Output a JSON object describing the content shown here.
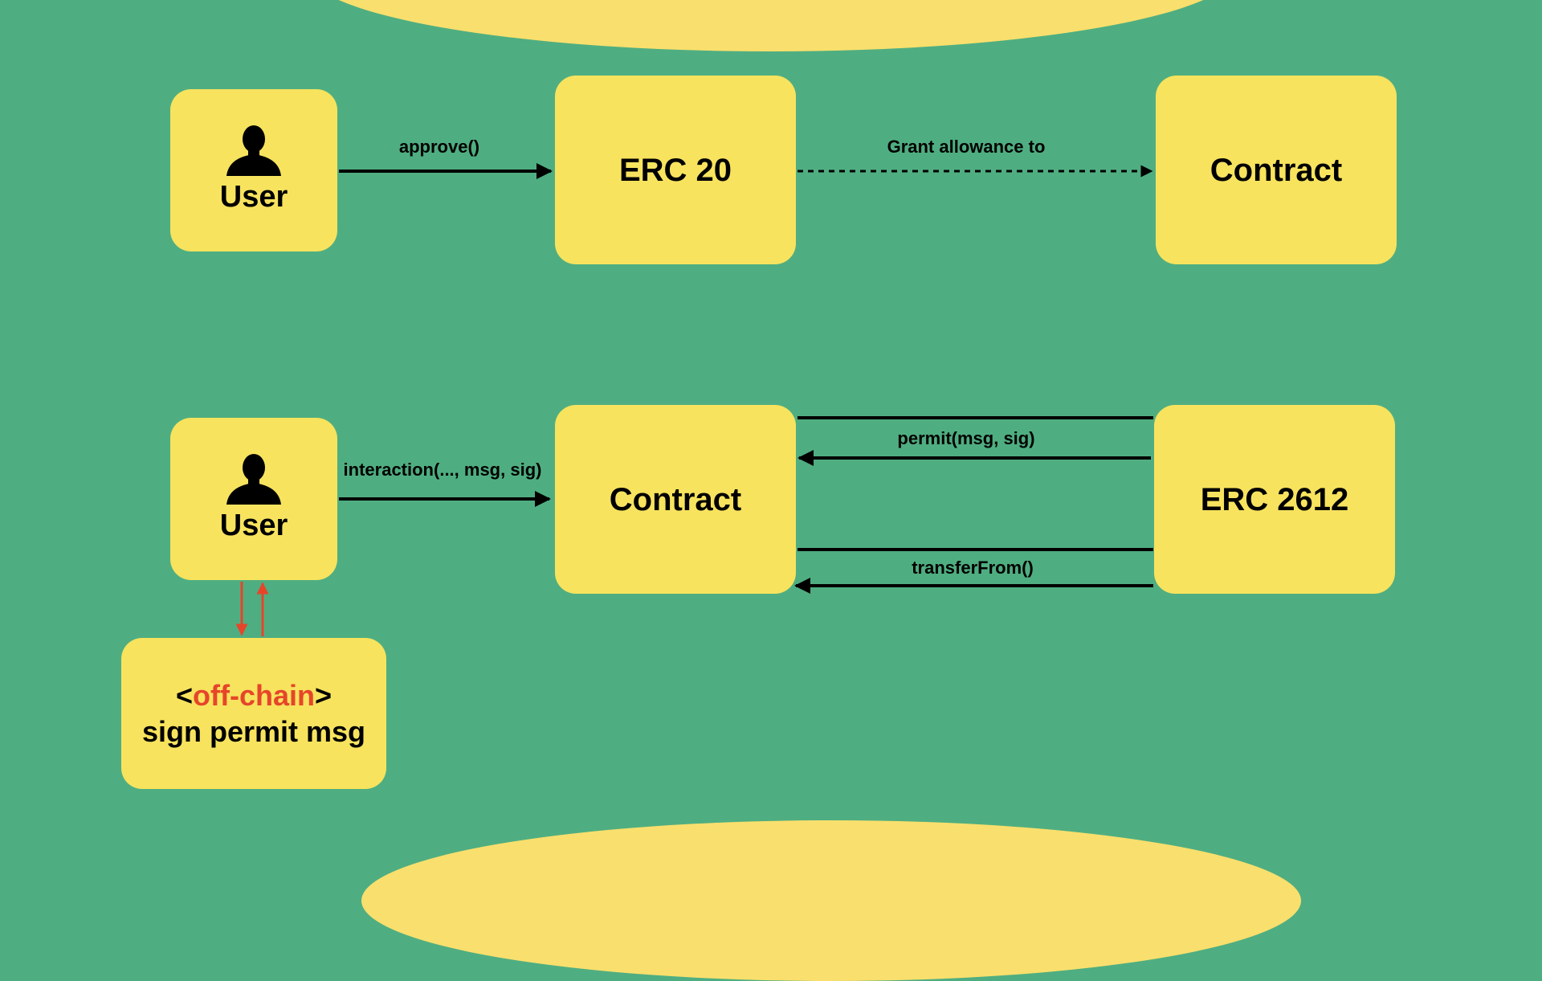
{
  "colors": {
    "background": "#4fae81",
    "box": "#f7e35e",
    "blob": "#f9df6d",
    "accent_red": "#e6452a",
    "line": "#000000"
  },
  "top_flow": {
    "user_label": "User",
    "approve_label": "approve()",
    "erc20_label": "ERC 20",
    "grant_label": "Grant allowance to",
    "contract_label": "Contract"
  },
  "bottom_flow": {
    "user_label": "User",
    "interaction_label": "interaction(..., msg, sig)",
    "contract_label": "Contract",
    "erc2612_label": "ERC 2612",
    "permit_label": "permit(msg, sig)",
    "transfer_label": "transferFrom()"
  },
  "offchain": {
    "open_bracket": "<",
    "keyword": "off-chain",
    "close_bracket": ">",
    "line2": "sign permit msg"
  },
  "icons": {
    "user": "person-silhouette-icon"
  }
}
